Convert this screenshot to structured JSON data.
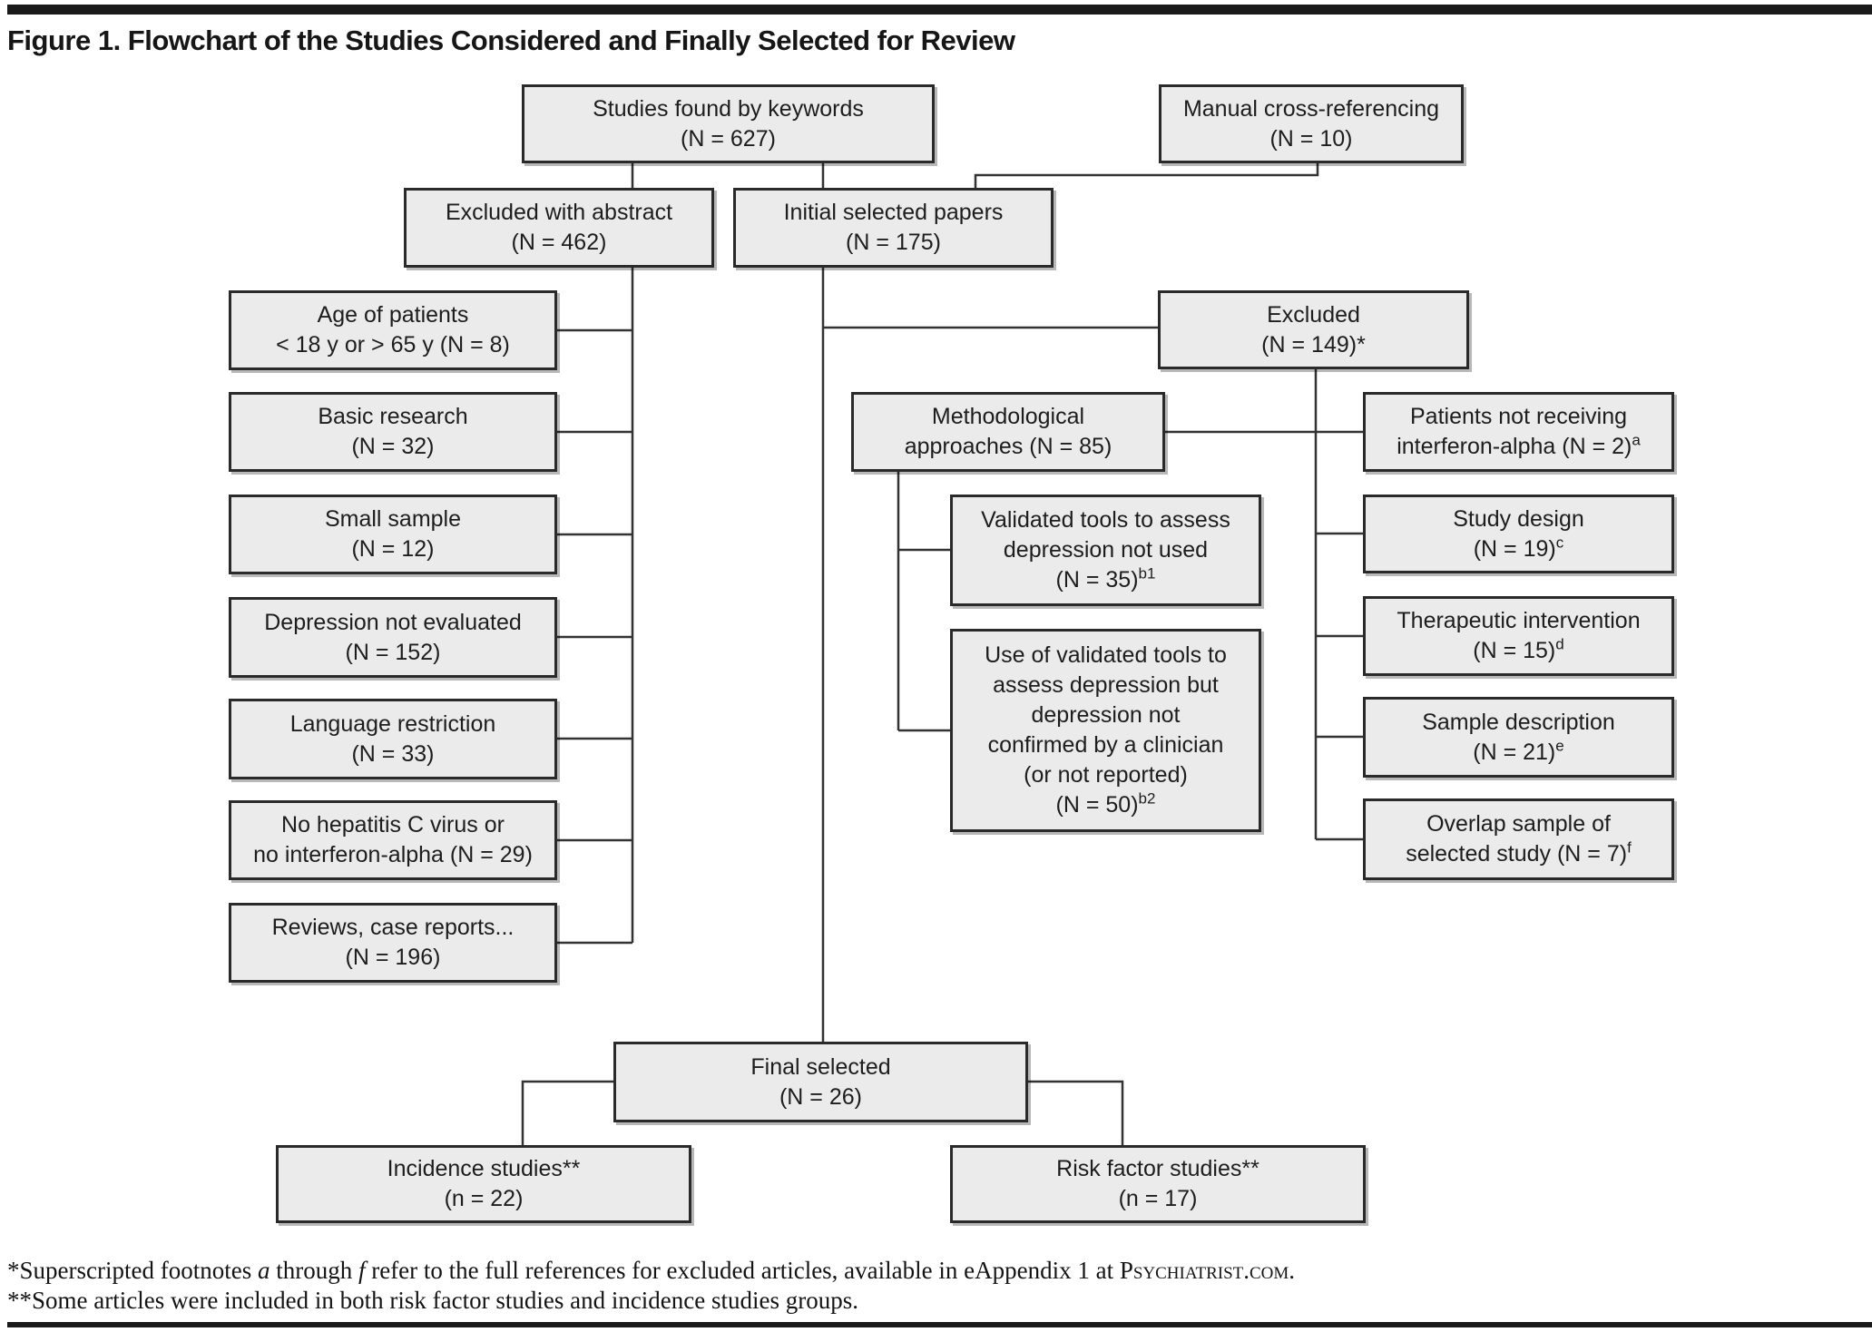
{
  "meta": {
    "title": "Figure 1. Flowchart of the Studies Considered and Finally Selected for Review"
  },
  "flowchart": {
    "boxes": [
      {
        "id": "studies-found-by-keywords",
        "lines": [
          "Studies found by keywords",
          "(N = 627)"
        ]
      },
      {
        "id": "manual-cross-referencing",
        "lines": [
          "Manual cross-referencing",
          "(N = 10)"
        ]
      },
      {
        "id": "excluded-with-abstract",
        "lines": [
          "Excluded with abstract",
          "(N = 462)"
        ]
      },
      {
        "id": "initial-selected-papers",
        "lines": [
          "Initial selected papers",
          "(N = 175)"
        ]
      },
      {
        "id": "age-of-patients",
        "lines": [
          "Age of patients",
          "< 18 y or > 65 y (N = 8)"
        ]
      },
      {
        "id": "basic-research",
        "lines": [
          "Basic research",
          "(N = 32)"
        ]
      },
      {
        "id": "small-sample",
        "lines": [
          "Small sample",
          "(N = 12)"
        ]
      },
      {
        "id": "depression-not-evaluated",
        "lines": [
          "Depression not evaluated",
          "(N = 152)"
        ]
      },
      {
        "id": "language-restriction",
        "lines": [
          "Language restriction",
          "(N = 33)"
        ]
      },
      {
        "id": "no-hepatitis-c",
        "lines": [
          "No hepatitis C virus or",
          "no interferon-alpha (N = 29)"
        ]
      },
      {
        "id": "reviews-case-reports",
        "lines": [
          "Reviews, case reports...",
          "(N = 196)"
        ]
      },
      {
        "id": "excluded",
        "lines": [
          "Excluded",
          "(N = 149)*"
        ]
      },
      {
        "id": "methodological-approaches",
        "lines": [
          "Methodological",
          "approaches (N = 85)"
        ]
      },
      {
        "id": "patients-not-receiving-interferon",
        "lines": [
          "Patients not receiving",
          "interferon-alpha (N = 2)"
        ],
        "sup": "a"
      },
      {
        "id": "validated-tools-not-used",
        "lines": [
          "Validated tools to assess",
          "depression not used",
          "(N = 35)"
        ],
        "sup": "b1"
      },
      {
        "id": "study-design",
        "lines": [
          "Study design",
          "(N = 19)"
        ],
        "sup": "c"
      },
      {
        "id": "use-of-validated-tools",
        "lines": [
          "Use of validated tools to",
          "assess depression but",
          "depression not",
          "confirmed by a clinician",
          "(or not reported)",
          "(N = 50)"
        ],
        "sup": "b2"
      },
      {
        "id": "therapeutic-intervention",
        "lines": [
          "Therapeutic intervention",
          "(N = 15)"
        ],
        "sup": "d"
      },
      {
        "id": "sample-description",
        "lines": [
          "Sample description",
          "(N = 21)"
        ],
        "sup": "e"
      },
      {
        "id": "overlap-sample",
        "lines": [
          "Overlap sample of",
          "selected study (N = 7)"
        ],
        "sup": "f"
      },
      {
        "id": "final-selected",
        "lines": [
          "Final selected",
          "(N = 26)"
        ]
      },
      {
        "id": "incidence-studies",
        "lines": [
          "Incidence studies**",
          "(n = 22)"
        ]
      },
      {
        "id": "risk-factor-studies",
        "lines": [
          "Risk factor studies**",
          "(n = 17)"
        ]
      }
    ]
  },
  "footnotes": {
    "line1_segments": [
      {
        "text": "*Superscripted footnotes ",
        "style": "normal"
      },
      {
        "text": "a",
        "style": "italic"
      },
      {
        "text": " through ",
        "style": "normal"
      },
      {
        "text": "f",
        "style": "italic"
      },
      {
        "text": " refer to the full references for excluded articles, available in eAppendix 1 at ",
        "style": "normal"
      },
      {
        "text": "Psychiatrist.com",
        "style": "smallcaps"
      },
      {
        "text": ".",
        "style": "normal"
      }
    ],
    "line2": "**Some articles were included in both risk factor studies and incidence studies groups."
  },
  "colors": {
    "box_fill": "#ebebeb",
    "box_border": "#2a2a2a",
    "connector_line": "#333333",
    "rule": "#1a1a1a"
  }
}
